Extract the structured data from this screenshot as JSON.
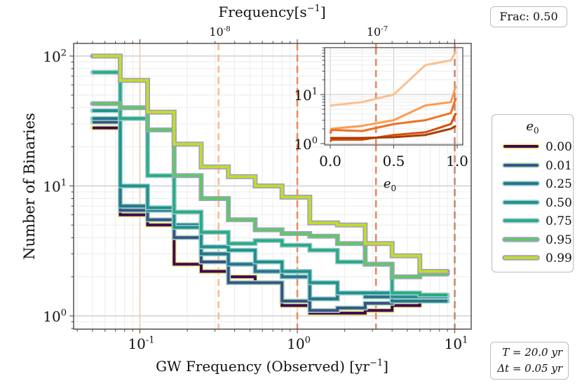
{
  "chart_data": {
    "type": "line",
    "style": "step",
    "title": "",
    "xlabel": "GW Frequency (Observed) [yr^-1]",
    "ylabel": "Number of Binaries",
    "top_xlabel": "Frequency[s^-1]",
    "xscale": "log",
    "yscale": "log",
    "xlim": [
      0.045,
      12.5
    ],
    "ylim": [
      0.75,
      130
    ],
    "x_ticks": [
      "10^-1",
      "10^0",
      "10^1"
    ],
    "y_ticks": [
      "10^0",
      "10^1",
      "10^2"
    ],
    "top_x_ticks": [
      "10^-8",
      "10^-7"
    ],
    "grid": true,
    "bin_edges": [
      0.05,
      0.075,
      0.112,
      0.165,
      0.245,
      0.365,
      0.54,
      0.8,
      1.2,
      1.8,
      2.7,
      4.0,
      6.0,
      9.0,
      10.0
    ],
    "legend_title": "e_0",
    "legend_position": "right outside",
    "series": [
      {
        "name": "0.00",
        "color": "#440154",
        "edge": "#e5f07a",
        "values": [
          28,
          6,
          5,
          2.5,
          2.2,
          2.0,
          1.8,
          1.2,
          1.05,
          1.05,
          1.1,
          1.2,
          1.3
        ]
      },
      {
        "name": "0.01",
        "color": "#3b528b",
        "edge": "#a8dbb8",
        "values": [
          31,
          6.5,
          5.5,
          4.0,
          2.6,
          1.8,
          1.8,
          1.3,
          1.1,
          1.15,
          1.25,
          1.3,
          1.3
        ]
      },
      {
        "name": "0.25",
        "color": "#2c728e",
        "edge": "#8fcfc0",
        "values": [
          33,
          7.0,
          6.5,
          5.0,
          3.0,
          2.5,
          2.2,
          2.0,
          1.35,
          1.5,
          1.4,
          1.3,
          1.3
        ]
      },
      {
        "name": "0.50",
        "color": "#21918c",
        "edge": "#9ecfcf",
        "values": [
          38,
          10,
          6.8,
          4.8,
          3.4,
          3.2,
          2.6,
          2.2,
          1.8,
          1.5,
          1.5,
          1.4,
          1.4
        ]
      },
      {
        "name": "0.75",
        "color": "#27ad81",
        "edge": "#a9c7d6",
        "values": [
          75,
          33,
          12,
          6.3,
          4.4,
          3.6,
          3.8,
          3.5,
          3.2,
          2.6,
          2.5,
          1.5,
          1.45
        ]
      },
      {
        "name": "0.95",
        "color": "#5ec962",
        "edge": "#a89fcc",
        "values": [
          43,
          40,
          27,
          12,
          8.0,
          5.5,
          4.6,
          4.3,
          4.1,
          3.6,
          2.5,
          2.0,
          2.1
        ]
      },
      {
        "name": "0.99",
        "color": "#bddf26",
        "edge": "#a597c8",
        "values": [
          100,
          65,
          37,
          21,
          14,
          11.8,
          10,
          8.2,
          5.2,
          5.0,
          3.6,
          2.9,
          2.2
        ]
      }
    ],
    "vlines": [
      {
        "x": 0.1,
        "color": "#fdc8a0",
        "style": "dashed-thin"
      },
      {
        "x": 0.316,
        "color": "#fdbb8f",
        "style": "dashed"
      },
      {
        "x": 1.0,
        "color": "#ec8c5f",
        "style": "dashed"
      },
      {
        "x": 3.16,
        "color": "#e08a6a",
        "style": "dashed"
      },
      {
        "x": 10.0,
        "color": "#c9886e",
        "style": "dashed"
      }
    ],
    "inset": {
      "type": "line",
      "xlabel": "e_0",
      "yscale": "log",
      "xlim": [
        -0.04,
        1.04
      ],
      "ylim": [
        0.9,
        80
      ],
      "x_ticks": [
        "0.0",
        "0.5",
        "1.0"
      ],
      "y_ticks": [
        "10^0",
        "10^1"
      ],
      "x": [
        0.0,
        0.01,
        0.25,
        0.5,
        0.75,
        0.95,
        0.99
      ],
      "series": [
        {
          "color": "#fdbf8d",
          "values": [
            5.8,
            6.0,
            7.0,
            10,
            40,
            50,
            75
          ]
        },
        {
          "color": "#fd9b52",
          "values": [
            1.8,
            2.0,
            2.3,
            3.0,
            6.0,
            7.0,
            15
          ]
        },
        {
          "color": "#f07022",
          "values": [
            1.6,
            1.9,
            1.8,
            2.5,
            3.0,
            4.2,
            8.5
          ]
        },
        {
          "color": "#d4510a",
          "values": [
            1.1,
            1.2,
            1.2,
            1.5,
            1.7,
            2.5,
            4.2
          ]
        },
        {
          "color": "#a83b03",
          "values": [
            1.3,
            1.3,
            1.3,
            1.35,
            1.5,
            2.0,
            2.3
          ]
        }
      ]
    }
  },
  "labels": {
    "xlabel_main": "GW Frequency (Observed) ",
    "xlabel_unit": "[yr",
    "xlabel_exp": "−1",
    "xlabel_close": "]",
    "ylabel": "Number of Binaries",
    "top_label": "Frequency",
    "top_unit": "[s",
    "top_exp": "−1",
    "top_close": "]",
    "inset_xlabel": "e",
    "inset_xlabel_sub": "0"
  },
  "frac_box": {
    "text": "Frac: 0.50"
  },
  "params_box": {
    "line1": "T = 20.0 yr",
    "line2": "Δt = 0.05 yr"
  },
  "legend": {
    "title": "e",
    "title_sub": "0",
    "items": [
      {
        "label": "0.00",
        "color": "#440154",
        "edge": "#e5f07a"
      },
      {
        "label": "0.01",
        "color": "#3b528b",
        "edge": "#a8dbb8"
      },
      {
        "label": "0.25",
        "color": "#2c728e",
        "edge": "#8fcfc0"
      },
      {
        "label": "0.50",
        "color": "#21918c",
        "edge": "#9ecfcf"
      },
      {
        "label": "0.75",
        "color": "#27ad81",
        "edge": "#a9c7d6"
      },
      {
        "label": "0.95",
        "color": "#5ec962",
        "edge": "#a89fcc"
      },
      {
        "label": "0.99",
        "color": "#bddf26",
        "edge": "#a597c8"
      }
    ]
  }
}
